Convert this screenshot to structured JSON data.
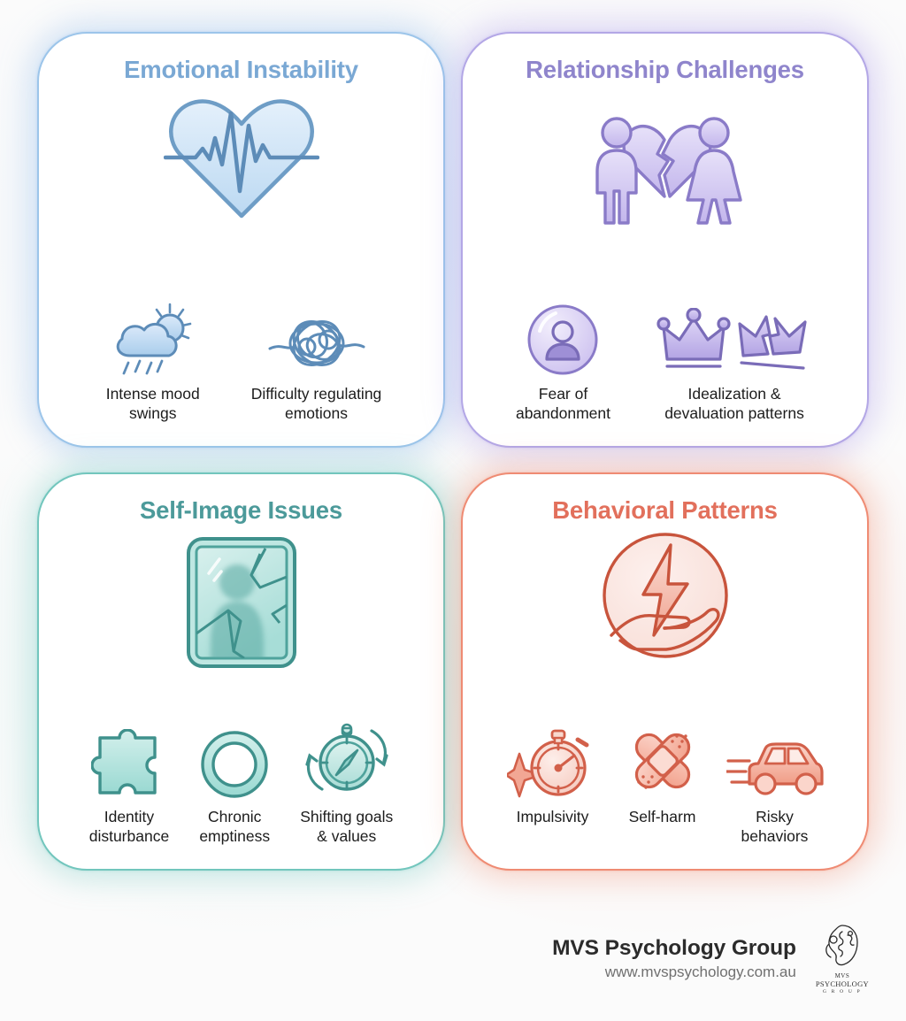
{
  "background_color": "#fbfbfb",
  "cards": [
    {
      "id": "emotional",
      "title": "Emotional Instability",
      "accent": "#9cc5ea",
      "accent_text": "#7aa8d4",
      "glow": "rgba(140,185,235,0.38)",
      "hero_icon": "heartbeat-heart-icon",
      "items": [
        {
          "icon": "rain-cloud-sun-icon",
          "label": "Intense mood\nswings"
        },
        {
          "icon": "tangled-scribble-icon",
          "label": "Difficulty regulating\nemotions"
        }
      ]
    },
    {
      "id": "relationship",
      "title": "Relationship Challenges",
      "accent": "#b3a7e6",
      "accent_text": "#8f85cc",
      "glow": "rgba(170,152,232,0.36)",
      "hero_icon": "broken-heart-couple-icon",
      "items": [
        {
          "icon": "person-bubble-icon",
          "label": "Fear of\nabandonment"
        },
        {
          "icon": "crowns-icon",
          "label": "Idealization &\ndevaluation patterns"
        }
      ]
    },
    {
      "id": "self",
      "title": "Self-Image Issues",
      "accent": "#72c6bd",
      "accent_text": "#4c9a9a",
      "glow": "rgba(110,200,192,0.36)",
      "hero_icon": "broken-mirror-icon",
      "items": [
        {
          "icon": "puzzle-piece-icon",
          "label": "Identity\ndisturbance"
        },
        {
          "icon": "empty-ring-icon",
          "label": "Chronic\nemptiness"
        },
        {
          "icon": "compass-icon",
          "label": "Shifting goals\n& values"
        }
      ]
    },
    {
      "id": "behavioral",
      "title": "Behavioral Patterns",
      "accent": "#ef8b73",
      "accent_text": "#e2705c",
      "glow": "rgba(240,140,115,0.36)",
      "hero_icon": "lightning-hand-icon",
      "items": [
        {
          "icon": "stopwatch-sparkle-icon",
          "label": "Impulsivity"
        },
        {
          "icon": "crossed-bandaids-icon",
          "label": "Self-harm"
        },
        {
          "icon": "speeding-car-icon",
          "label": "Risky\nbehaviors"
        }
      ]
    }
  ],
  "footer": {
    "brand_name": "MVS Psychology Group",
    "brand_url": "www.mvspsychology.com.au",
    "logo_icon": "mvs-face-logo-icon",
    "logo_line1": "MVS",
    "logo_line2": "PSYCHOLOGY",
    "logo_line3": "G R O U P"
  }
}
